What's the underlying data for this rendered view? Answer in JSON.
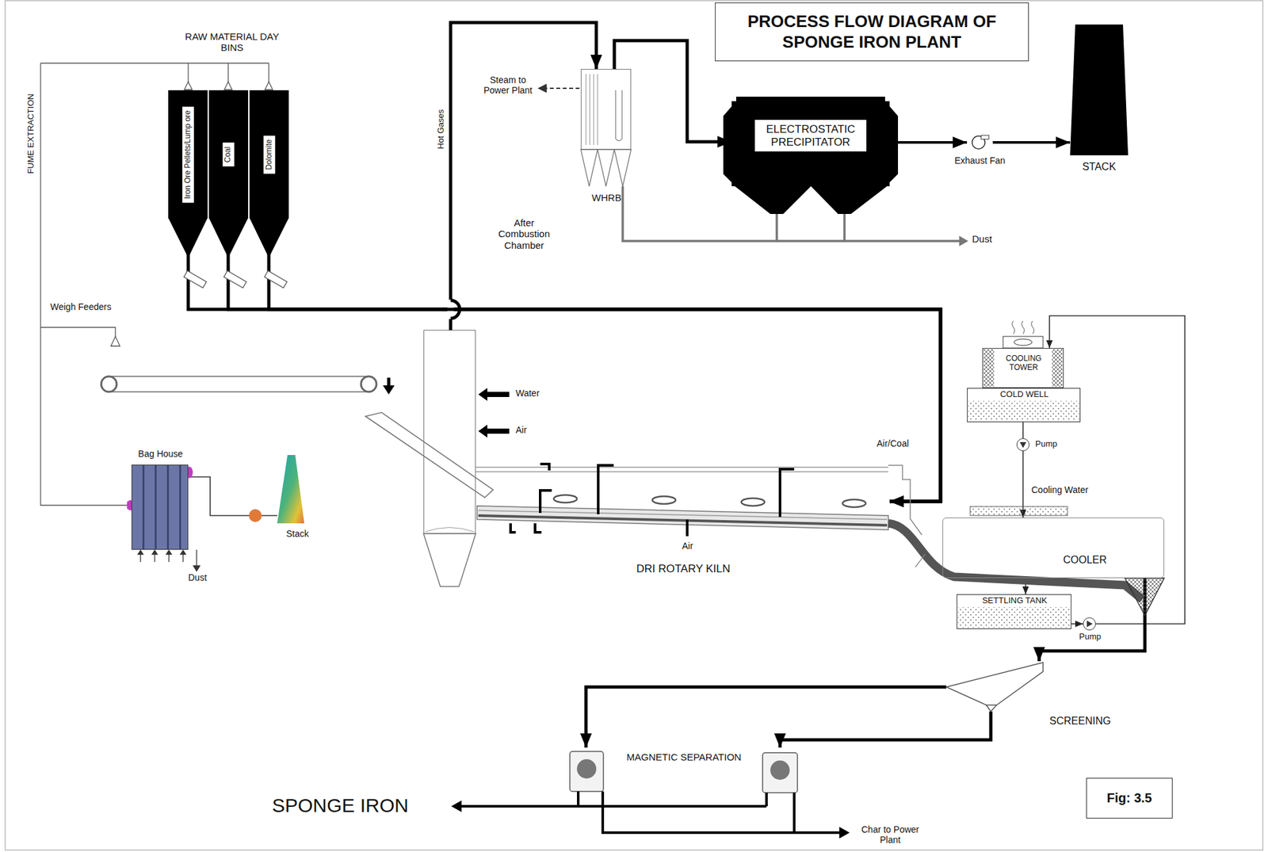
{
  "diagram": {
    "title": "PROCESS FLOW DIAGRAM OF SPONGE IRON PLANT",
    "caption": "Fig: 3.5",
    "nodes": [
      {
        "text": [
          "Iron Ore Pellets/Lump ore"
        ]
      },
      {
        "text": [
          "Coal"
        ]
      },
      {
        "text": [
          "Dolomite"
        ]
      },
      {
        "text": [
          "WHRB"
        ]
      },
      {
        "text": [
          "ELECTROSTATIC PRECIPITATOR"
        ]
      },
      {
        "text": [
          "Exhaust Fan"
        ]
      },
      {
        "text": [
          "STACK"
        ]
      },
      {
        "text": [
          "After Combustion Chamber"
        ]
      },
      {
        "text": [
          "Bag House"
        ]
      },
      {
        "text": [
          "Stack"
        ]
      },
      {
        "text": [
          "DRI ROTARY KILN"
        ]
      },
      {
        "text": [
          "COOLING TOWER"
        ]
      },
      {
        "text": [
          "COLD WELL"
        ]
      },
      {
        "text": [
          "Pump"
        ]
      },
      {
        "text": [
          "COOLER"
        ]
      },
      {
        "text": [
          "SETTLING TANK"
        ]
      },
      {
        "text": [
          "Pump"
        ]
      },
      {
        "text": [
          "SCREENING"
        ]
      },
      {
        "text": [
          "MAGNETIC SEPARATION"
        ]
      }
    ],
    "edges": [
      {
        "from": 0,
        "to": 10,
        "arrow": "to"
      },
      {
        "from": 1,
        "to": 10,
        "arrow": "to"
      },
      {
        "from": 2,
        "to": 10,
        "arrow": "to"
      },
      {
        "from": 7,
        "to": 3,
        "arrow": "to",
        "label": "Hot Gases"
      },
      {
        "from": 3,
        "to": 4,
        "arrow": "to"
      },
      {
        "from": 4,
        "to": 5,
        "arrow": "to"
      },
      {
        "from": 5,
        "to": 6,
        "arrow": "to"
      },
      {
        "from": 8,
        "to": 9,
        "arrow": "none"
      },
      {
        "from": 12,
        "to": 13,
        "arrow": "none"
      },
      {
        "from": 13,
        "to": 14,
        "arrow": "to",
        "label": "Cooling Water"
      },
      {
        "from": 14,
        "to": 15,
        "arrow": "to"
      },
      {
        "from": 15,
        "to": 16,
        "arrow": "to"
      },
      {
        "from": 16,
        "to": 11,
        "arrow": "to"
      },
      {
        "from": 14,
        "to": 17,
        "arrow": "to"
      },
      {
        "from": 17,
        "to": 18,
        "arrow": "to"
      },
      {
        "from": 17,
        "to": 18,
        "arrow": "to"
      }
    ],
    "labels": [
      "RAW MATERIAL DAY BINS",
      "FUME EXTRACTION",
      "Weigh Feeders",
      "Steam to Power Plant",
      "Dust",
      "Water",
      "Air",
      "Air/Coal",
      "Air",
      "Dust",
      "SPONGE IRON",
      "Char to Power Plant"
    ]
  }
}
